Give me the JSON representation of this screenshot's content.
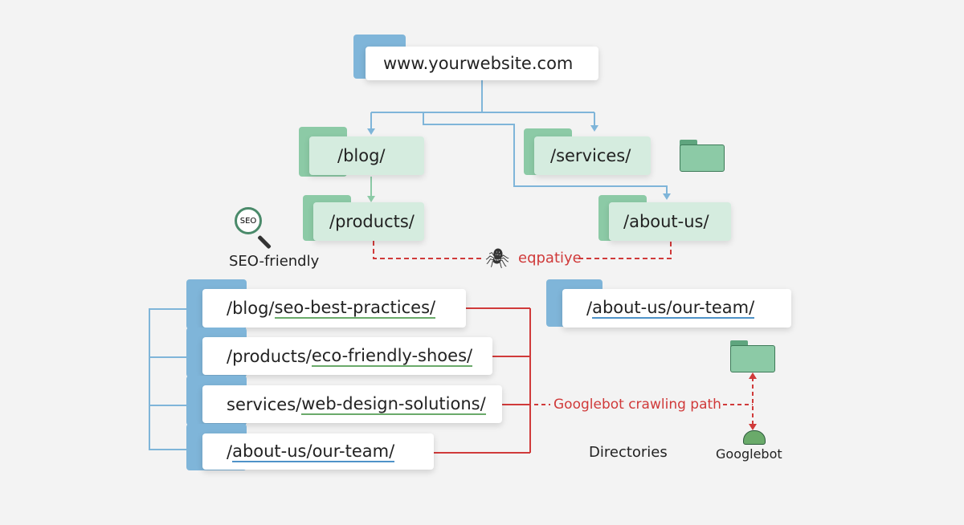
{
  "root": "www.yourwebsite.com",
  "level1": {
    "blog": "/blog/",
    "services": "/services/",
    "products": "/products/",
    "about": "/about-us/"
  },
  "seo_label": "SEO-friendly",
  "seo_badge": "SEO",
  "spider_label": "eqpatiye",
  "urls": [
    {
      "prefix": "/blog/",
      "rest": "seo-best-practices/"
    },
    {
      "prefix": "/products/",
      "rest": "eco-friendly-shoes/"
    },
    {
      "prefix": "services/",
      "rest": "web-design-solutions/"
    },
    {
      "prefix": "/",
      "rest": "about-us/our-team/"
    }
  ],
  "right_url": {
    "prefix": "/",
    "rest": "about-us/our-team/"
  },
  "crawl_label": "Googlebot crawling path",
  "directories_label": "Directories",
  "googlebot_label": "Googlebot",
  "colors": {
    "blue": "#7fb5d9",
    "green": "#8ccaa6",
    "red": "#d03a3a"
  }
}
